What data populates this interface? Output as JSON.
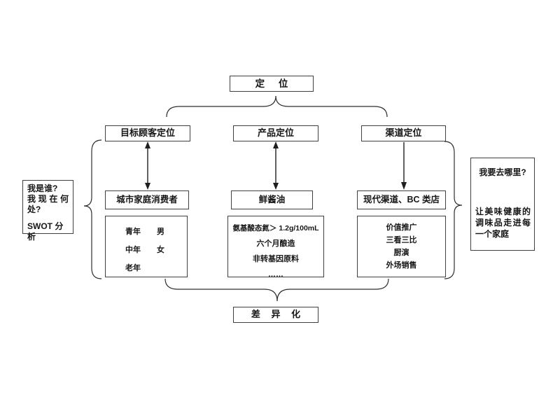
{
  "page": {
    "background": "#ffffff",
    "ink": "#1f1f1f",
    "border_color": "#404040"
  },
  "diagram": {
    "title": "定 位",
    "bottom_label": "差 异 化",
    "columns": [
      {
        "header": "目标顾客定位",
        "segment": "城市家庭消费者",
        "details_rows": [
          [
            "青年",
            "男"
          ],
          [
            "中年",
            "女"
          ],
          [
            "老年",
            ""
          ]
        ]
      },
      {
        "header": "产品定位",
        "segment": "鲜酱油",
        "details_lines": [
          "氨基酸态氮＞ 1.2g/100mL",
          "六个月酿造",
          "非转基因原料",
          "……"
        ]
      },
      {
        "header": "渠道定位",
        "segment": "现代渠道、BC 类店",
        "details_lines": [
          "价值推广",
          "三看三比",
          "厨演",
          "外场销售"
        ]
      }
    ],
    "left_note": {
      "q1": "我是谁?",
      "q2": "我现在何处?",
      "analysis": "SWOT 分析"
    },
    "right_note": {
      "question": "我要去哪里?",
      "vision": "让美味健康的调味品走进每一个家庭"
    }
  }
}
